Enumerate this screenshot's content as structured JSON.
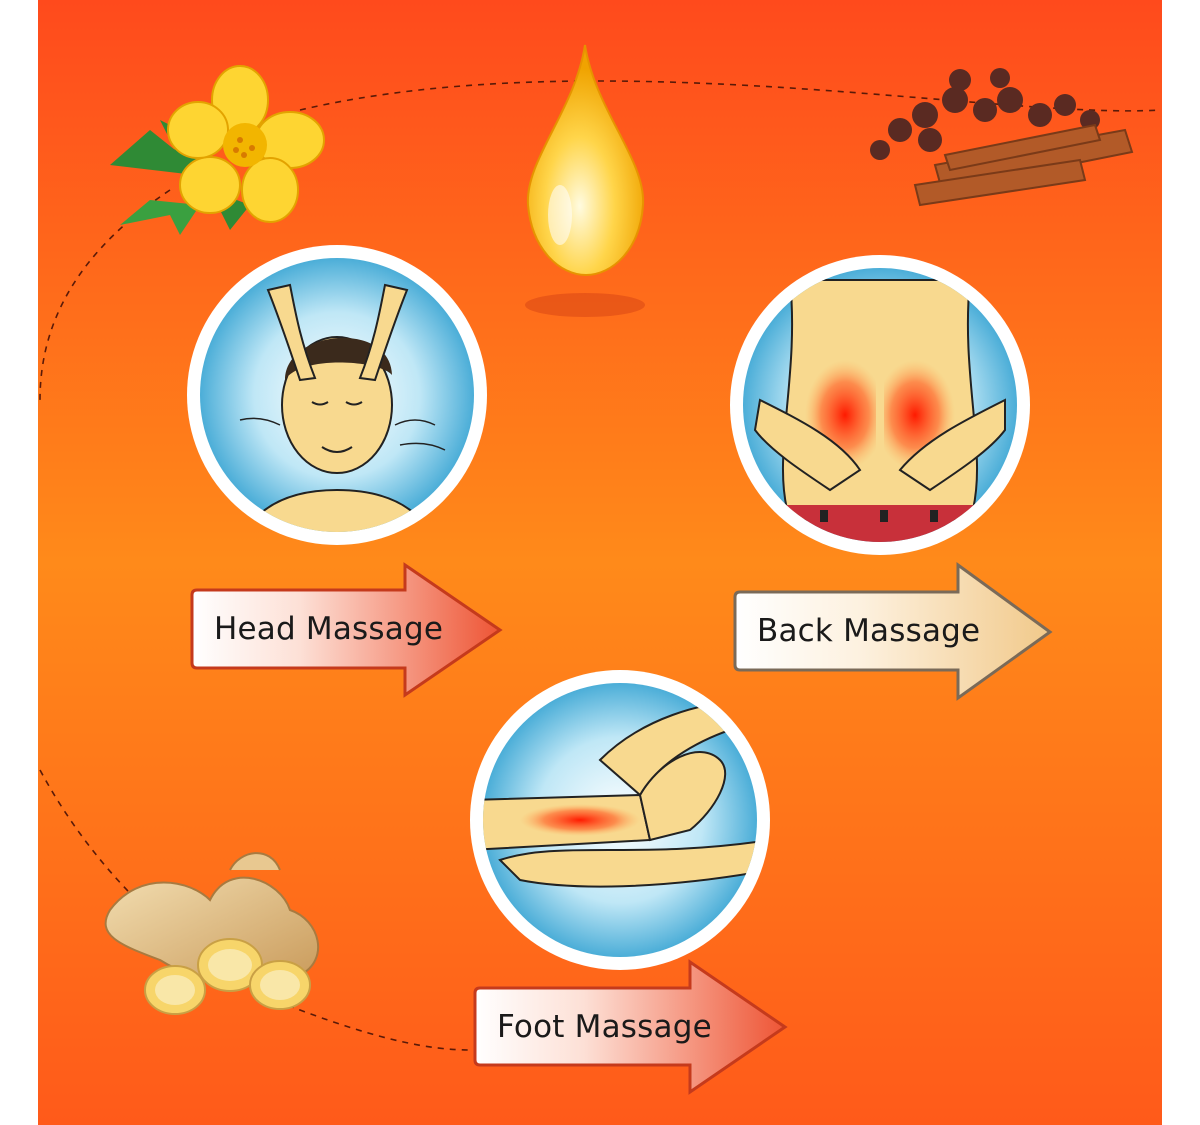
{
  "labels": {
    "head": "Head Massage",
    "back": "Back Massage",
    "foot": "Foot Massage"
  },
  "icons": [
    "flower-icon",
    "oil-drop-icon",
    "cloves-cinnamon-icon",
    "ginger-icon"
  ],
  "colors": {
    "background_top": "#ff4a1c",
    "background_mid": "#ff8a1a",
    "circle_blue": "#3aaed8",
    "skin": "#f8d98f",
    "pain_red": "#ff2a10",
    "arrow_red": "#e8452a",
    "arrow_tan": "#f1c98a"
  }
}
